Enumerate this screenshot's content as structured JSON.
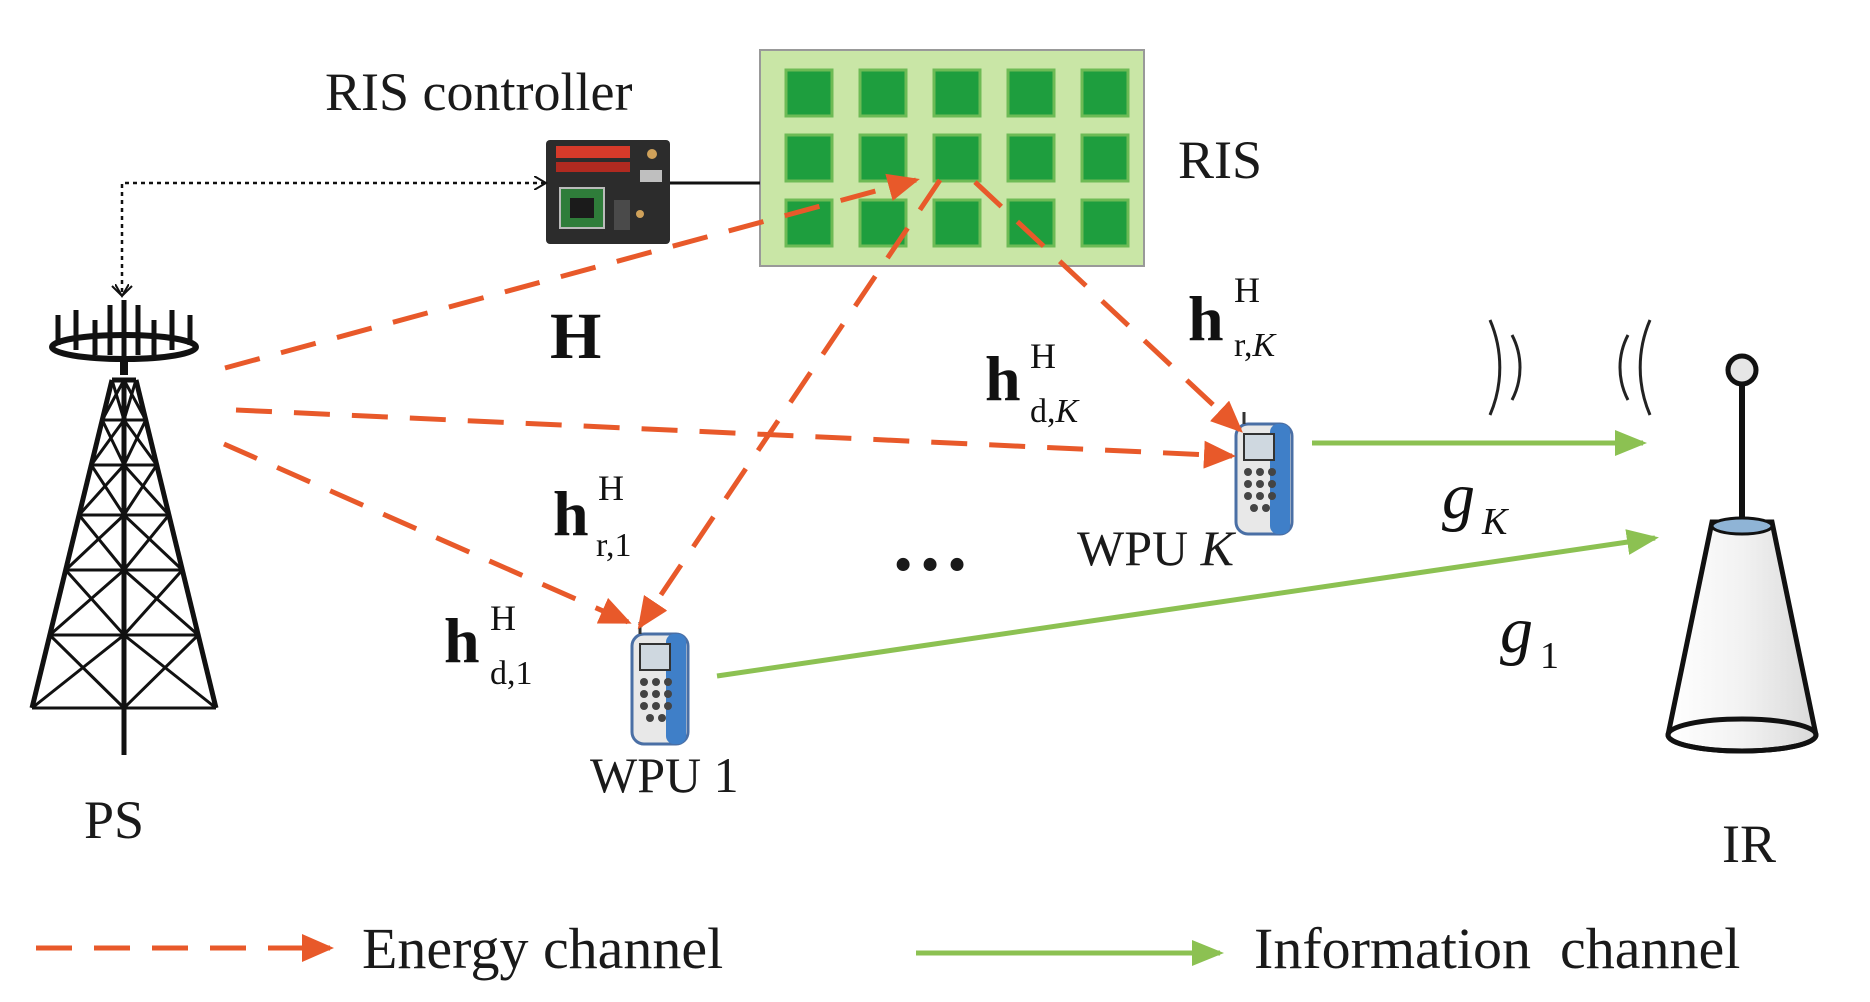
{
  "nodes": {
    "ps": "PS",
    "ris": "RIS",
    "ris_controller": "RIS controller",
    "wpu_1": "WPU 1",
    "wpu_k": {
      "prefix": "WPU ",
      "index": "K"
    },
    "ir": "IR"
  },
  "channels": {
    "H": "H",
    "h_d1": {
      "base": "h",
      "sup": "H",
      "sub": "d,1"
    },
    "h_r1": {
      "base": "h",
      "sup": "H",
      "sub": "r,1"
    },
    "h_dK": {
      "base": "h",
      "sup": "H",
      "sub_prefix": "d,",
      "sub_index": "K"
    },
    "h_rK": {
      "base": "h",
      "sup": "H",
      "sub_prefix": "r,",
      "sub_index": "K"
    },
    "g_1": {
      "base": "g",
      "sub": "1"
    },
    "g_K": {
      "base": "g",
      "sub": "K"
    }
  },
  "ellipsis": "…",
  "legend": {
    "energy": "Energy channel",
    "information": "Information  channel"
  },
  "colors": {
    "energy": "#E8592A",
    "information": "#8CC152",
    "ris_panel": "#C9E6A6",
    "ris_element": "#1E9E3E"
  }
}
